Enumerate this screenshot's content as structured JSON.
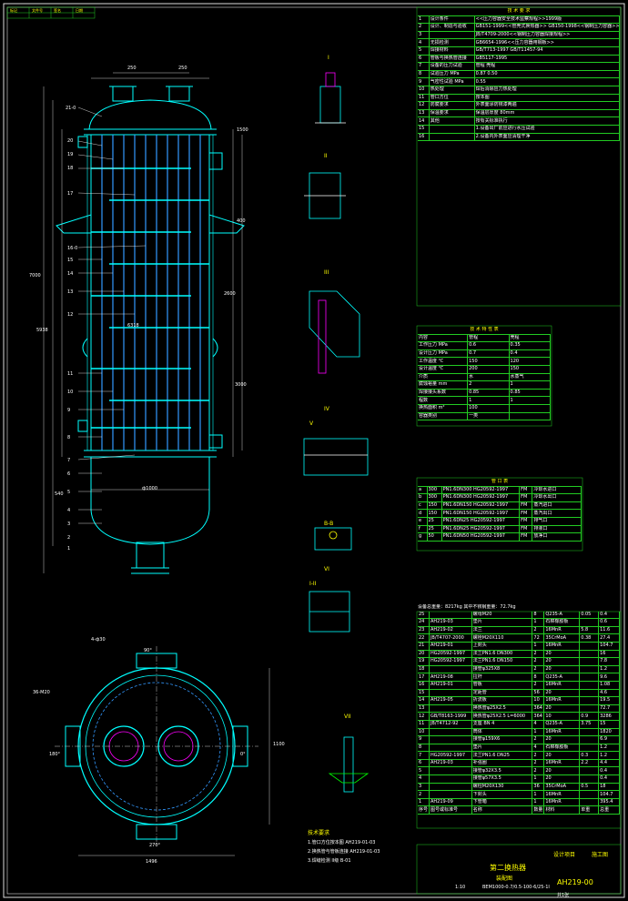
{
  "corner_table": {
    "col1": "标记",
    "col2": "文件号",
    "col3": "签名",
    "col4": "日期"
  },
  "spec_table": {
    "title": "技 术 要 求",
    "rows": [
      [
        "1",
        "设计条件",
        "<<压力容器安全技术监察规程>>1999版"
      ],
      [
        "2",
        "设计、制造与验收",
        "GB151-1999<<管壳式换热器>>  GB150-1998<<钢制压力容器>>"
      ],
      [
        "3",
        "",
        "JB/T4709-2000<<钢制压力容器焊接规程>>"
      ],
      [
        "4",
        "无损检测",
        "GB6654-1996<<压力容器用钢板>>"
      ],
      [
        "5",
        "焊接材料",
        "GB/T713-1997   GB/T11457-94"
      ],
      [
        "6",
        "管板与换热管连接",
        "GB5117-1995"
      ],
      [
        "7",
        "设备的压力试验",
        "管程  壳程"
      ],
      [
        "8",
        "试验压力 MPa",
        "0.87   0.50"
      ],
      [
        "9",
        "气密性试验 MPa",
        "0.55"
      ],
      [
        "10",
        "热处理",
        "焊后消除应力热处理"
      ],
      [
        "11",
        "管口方位",
        "按本图"
      ],
      [
        "12",
        "防腐要求",
        "外表面涂防锈漆两遍"
      ],
      [
        "13",
        "保温要求",
        "保温层厚度 80mm"
      ],
      [
        "14",
        "其他",
        "按有关标准执行"
      ],
      [
        "15",
        "",
        "1.设备出厂前应进行水压试验"
      ],
      [
        "16",
        "",
        "2.设备内外表面应清理干净"
      ]
    ]
  },
  "design_table": {
    "title": "技 术 特 性 表",
    "rows": [
      [
        "内容",
        "管程",
        "壳程"
      ],
      [
        "工作压力 MPa",
        "0.6",
        "0.35"
      ],
      [
        "设计压力 MPa",
        "0.7",
        "0.4"
      ],
      [
        "工作温度 ℃",
        "150",
        "120"
      ],
      [
        "设计温度 ℃",
        "200",
        "150"
      ],
      [
        "介质",
        "水",
        "水蒸气"
      ],
      [
        "腐蚀裕量 mm",
        "2",
        "1"
      ],
      [
        "焊接接头系数",
        "0.85",
        "0.85"
      ],
      [
        "程数",
        "1",
        "1"
      ],
      [
        "换热面积 m²",
        "100",
        ""
      ],
      [
        "容器类别",
        "一类",
        ""
      ]
    ]
  },
  "nozzle_table": {
    "title": "管 口 表",
    "rows": [
      [
        "a",
        "300",
        "PN1.6DN300 HG20592-1997",
        "FM",
        "冷却水进口"
      ],
      [
        "b",
        "300",
        "PN1.6DN300 HG20592-1997",
        "FM",
        "冷却水出口"
      ],
      [
        "c",
        "150",
        "PN1.6DN150 HG20592-1997",
        "FM",
        "蒸汽进口"
      ],
      [
        "d",
        "150",
        "PN1.6DN150 HG20592-1997",
        "FM",
        "蒸汽出口"
      ],
      [
        "e",
        "25",
        "PN1.6DN25 HG20592-1997",
        "FM",
        "排气口"
      ],
      [
        "f",
        "25",
        "PN1.6DN25 HG20592-1997",
        "FM",
        "排液口"
      ],
      [
        "g",
        "50",
        "PN1.6DN50 HG20592-1997",
        "FM",
        "放净口"
      ]
    ]
  },
  "parts_table": {
    "note": "设备总重量：8217kg  其中不锈钢重量：72.7kg",
    "rows": [
      [
        "25",
        "",
        "螺母M20",
        "8",
        "Q235-A",
        "0.05",
        "0.4"
      ],
      [
        "24",
        "AH219-03",
        "垫片",
        "1",
        "石棉橡胶板",
        "",
        "0.6"
      ],
      [
        "23",
        "AH219-02",
        "法兰",
        "2",
        "16MnR",
        "5.8",
        "11.6"
      ],
      [
        "22",
        "JB/T4707-2000",
        "螺栓M20X110",
        "72",
        "35CrMoA",
        "0.38",
        "27.4"
      ],
      [
        "21",
        "AH219-01",
        "上封头",
        "1",
        "16MnR",
        "",
        "104.7"
      ],
      [
        "20",
        "HG20592-1997",
        "法兰PN1.6 DN300",
        "2",
        "20",
        "",
        "16"
      ],
      [
        "19",
        "HG20592-1997",
        "法兰PN1.6 DN150",
        "2",
        "20",
        "",
        "7.8"
      ],
      [
        "18",
        "",
        "接管φ325X8",
        "2",
        "20",
        "",
        "1.2"
      ],
      [
        "17",
        "AH219-08",
        "拉杆",
        "8",
        "Q235-A",
        "",
        "9.6"
      ],
      [
        "16",
        "AH219-01",
        "管板",
        "2",
        "16MnR",
        "",
        "1.08"
      ],
      [
        "15",
        "",
        "定距管",
        "56",
        "20",
        "",
        "4.6"
      ],
      [
        "14",
        "AH219-05",
        "折流板",
        "10",
        "16MnR",
        "",
        "19.5"
      ],
      [
        "13",
        "",
        "换热管φ25X2.5",
        "364",
        "20",
        "",
        "72.7"
      ],
      [
        "12",
        "GB/T8163-1999",
        "换热管φ25X2.5 L=6000",
        "364",
        "10",
        "0.9",
        "3286"
      ],
      [
        "11",
        "JB/T4712-92",
        "支座 BN 4",
        "4",
        "Q235-A",
        "3.75",
        "15"
      ],
      [
        "10",
        "",
        "筒体",
        "1",
        "16MnR",
        "",
        "1820"
      ],
      [
        "9",
        "",
        "接管φ159X6",
        "2",
        "20",
        "",
        "6.9"
      ],
      [
        "8",
        "",
        "垫片",
        "4",
        "石棉橡胶板",
        "",
        "1.2"
      ],
      [
        "7",
        "HG20592-1997",
        "法兰PN1.6 DN25",
        "2",
        "20",
        "0.3",
        "1.2"
      ],
      [
        "6",
        "AH219-03",
        "补强圈",
        "2",
        "16MnR",
        "2.2",
        "4.4"
      ],
      [
        "5",
        "",
        "接管φ32X3.5",
        "2",
        "20",
        "",
        "0.4"
      ],
      [
        "4",
        "",
        "接管φ57X3.5",
        "1",
        "20",
        "",
        "0.4"
      ],
      [
        "3",
        "",
        "螺柱M20X130",
        "36",
        "35CrMoA",
        "0.5",
        "18"
      ],
      [
        "2",
        "",
        "下封头",
        "1",
        "16MnR",
        "",
        "104.7"
      ],
      [
        "1",
        "AH219-09",
        "下管箱",
        "1",
        "16MnR",
        "",
        "395.4"
      ]
    ],
    "header": [
      "序号",
      "图号或标准号",
      "名称",
      "数量",
      "材料",
      "单重",
      "总重"
    ]
  },
  "title_block": {
    "project": "第二换热器",
    "drawing_name": "装配图",
    "spec": "BEM1000-0.7/0.5-100-6/25-1I",
    "drawing_no": "AH219-00",
    "design_label": "设计项目",
    "design_stage": "施工图",
    "scale": "1:10",
    "sheet": "共1张"
  },
  "views": {
    "main_dims": [
      "250",
      "250",
      "21-0",
      "20",
      "19",
      "18",
      "17",
      "16-0",
      "15",
      "14",
      "13",
      "12",
      "11",
      "10",
      "9",
      "8",
      "7",
      "6",
      "5",
      "4",
      "3",
      "2",
      "1",
      "ф1000",
      "5938",
      "7000",
      "1500",
      "400",
      "540",
      "2600",
      "6318",
      "3000"
    ],
    "detail_labels": [
      "I",
      "II",
      "III",
      "IV",
      "V",
      "VI",
      "B-B",
      "I-II",
      "VII"
    ],
    "plan_labels": [
      "4-ф30",
      "90°",
      "36-M20",
      "180°",
      "0°",
      "270°",
      "1496",
      "1100"
    ],
    "notes_title": "技术要求",
    "notes": [
      "1.管口方位按本图 AH219-01-03",
      "2.换热管与管板连接 AH219-01-03",
      "3.焊缝检测 II级 B-01"
    ]
  },
  "colors": {
    "frame": "#dddddd",
    "table_line": "#22cc22",
    "vessel": "#00ffff",
    "tube": "#3399ff",
    "dim": "#ffffff",
    "accent": "#ffff00",
    "flange": "#ff00ff"
  }
}
